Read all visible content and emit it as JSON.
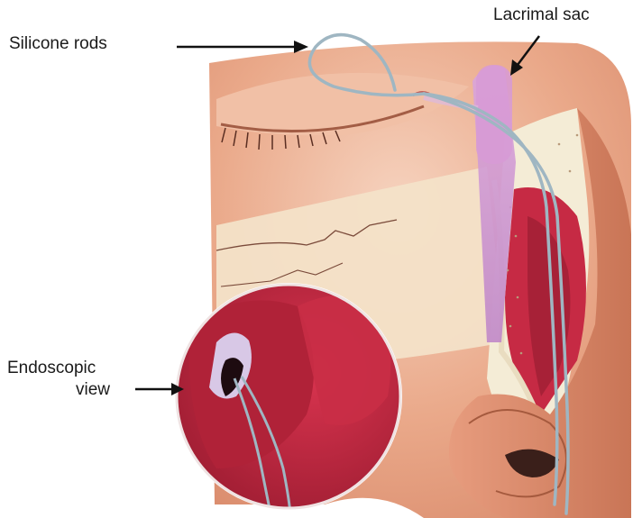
{
  "labels": {
    "silicone_rods": "Silicone rods",
    "lacrimal_sac": "Lacrimal sac",
    "endoscopic_line1": "Endoscopic",
    "endoscopic_line2": "view"
  },
  "colors": {
    "skin": "#e8a486",
    "skin_light": "#f3c7b0",
    "bone": "#f4ecd6",
    "mucosa": "#c62a44",
    "mucosa_dark": "#8e1a2e",
    "sac": "#d79ad6",
    "rod": "#9fb6c2",
    "arrow": "#111111"
  }
}
